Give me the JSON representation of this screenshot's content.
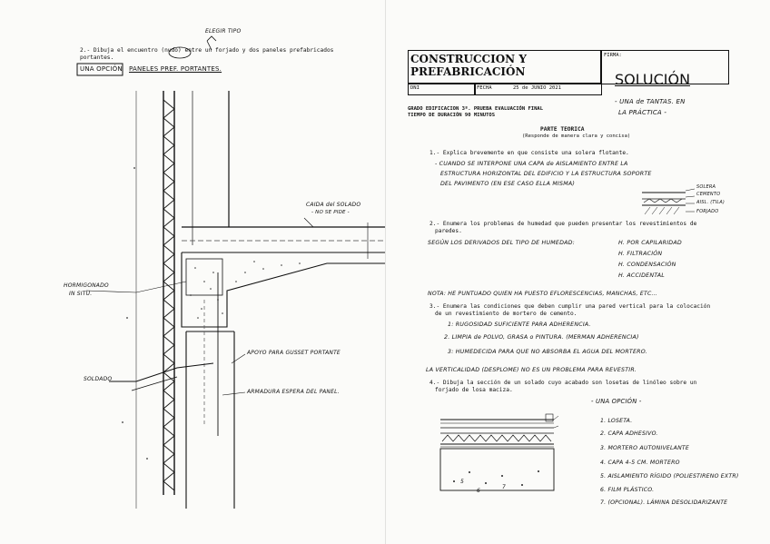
{
  "left": {
    "note_top": "ELEGIR TIPO",
    "q2_line1": "2.- Dibuja el encuentro (nudo) entre un forjado y dos paneles prefabricados",
    "q2_line2": "portantes.",
    "option": "UNA OPCIÓN",
    "panel_text": "PANELES PREF. PORTANTES.",
    "label_caida": "CAIDA del SOLADO",
    "label_caida2": "- NO SE PIDE -",
    "label_hormigonado": "HORMIGONADO",
    "label_insitu": "IN SITU.",
    "label_apoyo": "APOYO PARA GUSSET PORTANTE",
    "label_soldado": "SOLDADO",
    "label_armadura": "ARMADURA ESPERA DEL PANEL."
  },
  "right": {
    "header_title1": "CONSTRUCCION Y",
    "header_title2": "PREFABRICACIÓN",
    "firma_label": "FIRMA:",
    "solucion": "SOLUCIÓN",
    "dni_label": "DNI",
    "fecha_label": "FECHA",
    "fecha_value": "25 de JUNIO 2021",
    "una_forma": "- UNA de TANTAS. EN",
    "la_practica": "LA PRÁCTICA -",
    "grado": "GRADO EDIFICACION 3º. PRUEBA EVALUACIÓN FINAL",
    "tiempo": "TIEMPO DE DURACIÓN 90 MINUTOS",
    "parte": "PARTE TEORICA",
    "responde": "(Responde de manera clara y concisa)",
    "q1": "1.- Explica brevemente en que consiste una solera flotante.",
    "a1_l1": "- CUANDO SE INTERPONE UNA CAPA de AISLAMIENTO ENTRE LA",
    "a1_l2": "ESTRUCTURA HORIZONTAL DEL EDIFICIO Y LA ESTRUCTURA SOPORTE",
    "a1_l3": "DEL PAVIMENTO (EN ESE CASO ELLA MISMA)",
    "legend_solera": "SOLERA",
    "legend_cemento": "CEMENTO",
    "legend_aisl": "AISL. (TILA)",
    "legend_forjado": "FORJADO",
    "q2_l1": "2.- Enumera los problemas de humedad que pueden presentar los revestimientos de",
    "q2_l2": "paredes.",
    "a2_lead": "SEGÚN LOS DERIVADOS DEL TIPO DE HUMEDAD:",
    "a2_items": [
      "H. POR CAPILARIDAD",
      "H. FILTRACIÓN",
      "H. CONDENSACIÓN",
      "H. ACCIDENTAL"
    ],
    "nota": "NOTA: HE PUNTUADO QUIEN HA PUESTO EFLORESCENCIAS, MANCHAS, ETC...",
    "q3_l1": "3.- Enumera las condiciones que deben cumplir una pared vertical para la colocación",
    "q3_l2": "de un revestimiento de mortero de cemento.",
    "a3_items": [
      "1: RUGOSIDAD SUFICIENTE PARA ADHERENCIA.",
      "2. LIMPIA de POLVO, GRASA o PINTURA. (MERMAN ADHERENCIA)",
      "3: HUMEDECIDA PARA QUE NO ABSORBA EL AGUA DEL MORTERO."
    ],
    "a3_extra": "LA VERTICALIDAD (DESPLOME) NO ES UN PROBLEMA PARA REVESTIR.",
    "q4_l1": "4.- Dibuja la sección de un solado cuyo acabado son losetas de linóleo sobre un",
    "q4_l2": "forjado de losa maciza.",
    "una_opcion": "- UNA OPCIÓN -",
    "a4_items": [
      "1. LOSETA.",
      "2. CAPA ADHESIVO.",
      "3. MORTERO AUTONIVELANTE",
      "4. CAPA 4-5 CM. MORTERO",
      "5. AISLAMIENTO RÍGIDO (POLIESTIRENO EXTR)",
      "6. FILM PLÁSTICO.",
      "7. (OPCIONAL). LÁMINA DESOLIDARIZANTE"
    ],
    "num_5": "5",
    "num_6": "6",
    "num_7": "7"
  }
}
